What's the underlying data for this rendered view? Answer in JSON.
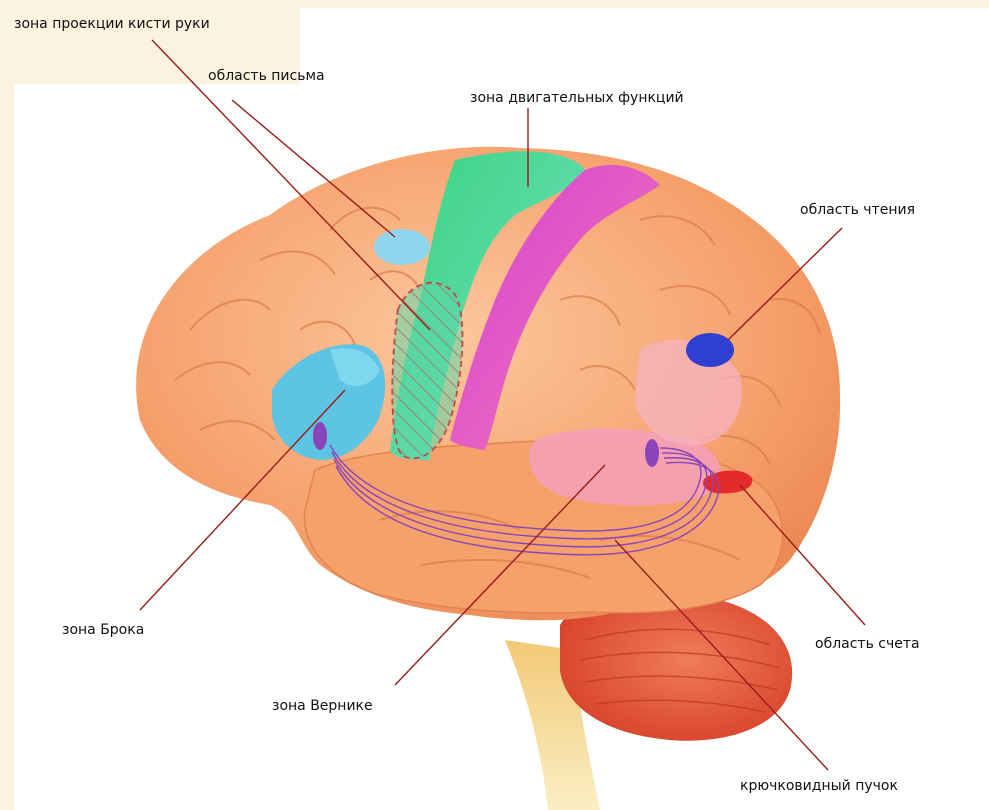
{
  "labels": {
    "hand_projection": "зона проекции кисти руки",
    "writing": "область письма",
    "motor": "зона двигательных функций",
    "reading": "область чтения",
    "broca": "зона Брока",
    "wernicke": "зона Вернике",
    "counting": "область счета",
    "fasciculus": "крючковидный пучок"
  },
  "colors": {
    "background": "#fbf3df",
    "cortex": "#f7a774",
    "cortex_dark": "#e98550",
    "cerebellum": "#e45a3a",
    "brainstem": "#f3d58a",
    "motor_strip": "#62d8a6",
    "sensory_strip": "#df55c4",
    "broca_area": "#4fc5ea",
    "hand_area": "#8fd5ee",
    "reading_area": "#2f3fd0",
    "counting_area": "#e42a2a",
    "wernicke_area": "#f4a0b7",
    "leader_lines": "#9b1b1b",
    "fasciculus": "#8a46b8"
  }
}
